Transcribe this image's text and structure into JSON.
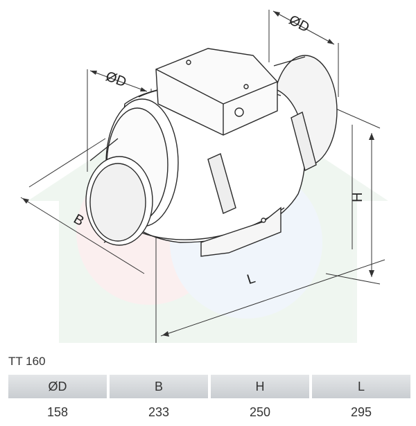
{
  "drawing": {
    "dimension_labels": {
      "diameter_top": "ØD",
      "diameter_left": "ØD",
      "width": "B",
      "height": "H",
      "length": "L"
    }
  },
  "model": "TT 160",
  "table": {
    "headers": [
      "ØD",
      "B",
      "H",
      "L"
    ],
    "values": [
      "158",
      "233",
      "250",
      "295"
    ]
  }
}
